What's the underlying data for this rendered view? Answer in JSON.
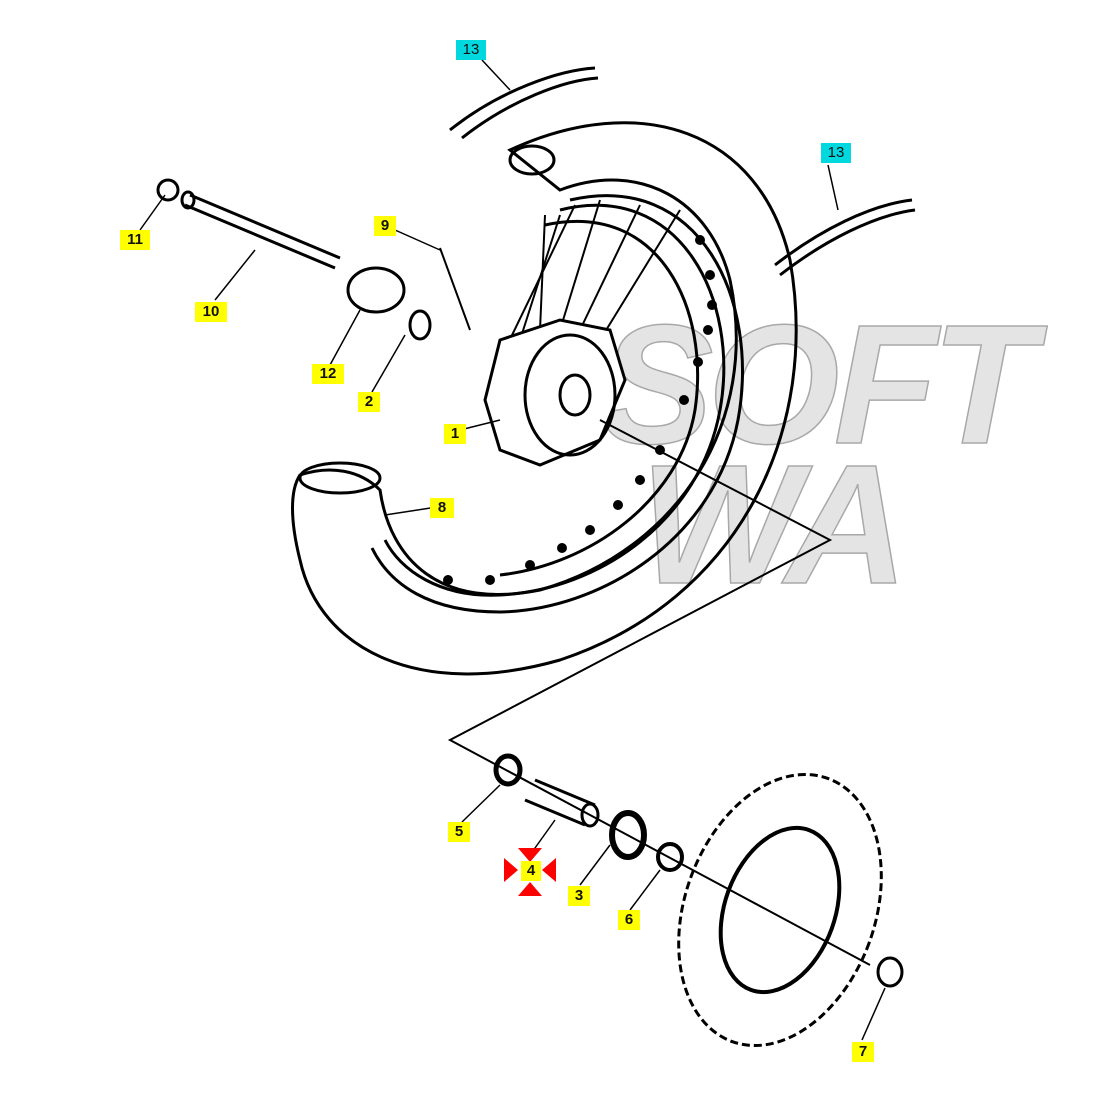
{
  "diagram": {
    "title": "Front wheel exploded parts diagram",
    "watermark": [
      "SOFT",
      "WA"
    ],
    "callouts": [
      {
        "id": "13a",
        "label": "13",
        "style": "cyan"
      },
      {
        "id": "13b",
        "label": "13",
        "style": "cyan"
      },
      {
        "id": "11",
        "label": "11",
        "style": "yellow"
      },
      {
        "id": "10",
        "label": "10",
        "style": "yellow"
      },
      {
        "id": "9",
        "label": "9",
        "style": "yellow"
      },
      {
        "id": "12",
        "label": "12",
        "style": "yellow"
      },
      {
        "id": "2",
        "label": "2",
        "style": "yellow"
      },
      {
        "id": "1",
        "label": "1",
        "style": "yellow"
      },
      {
        "id": "8",
        "label": "8",
        "style": "yellow"
      },
      {
        "id": "5",
        "label": "5",
        "style": "yellow"
      },
      {
        "id": "4",
        "label": "4",
        "style": "yellow",
        "selected": true
      },
      {
        "id": "3",
        "label": "3",
        "style": "yellow"
      },
      {
        "id": "6",
        "label": "6",
        "style": "yellow"
      },
      {
        "id": "7",
        "label": "7",
        "style": "yellow"
      }
    ],
    "colors": {
      "highlight": "#ffff00",
      "cyan": "#00d8e0",
      "selection": "#ff0000"
    }
  }
}
